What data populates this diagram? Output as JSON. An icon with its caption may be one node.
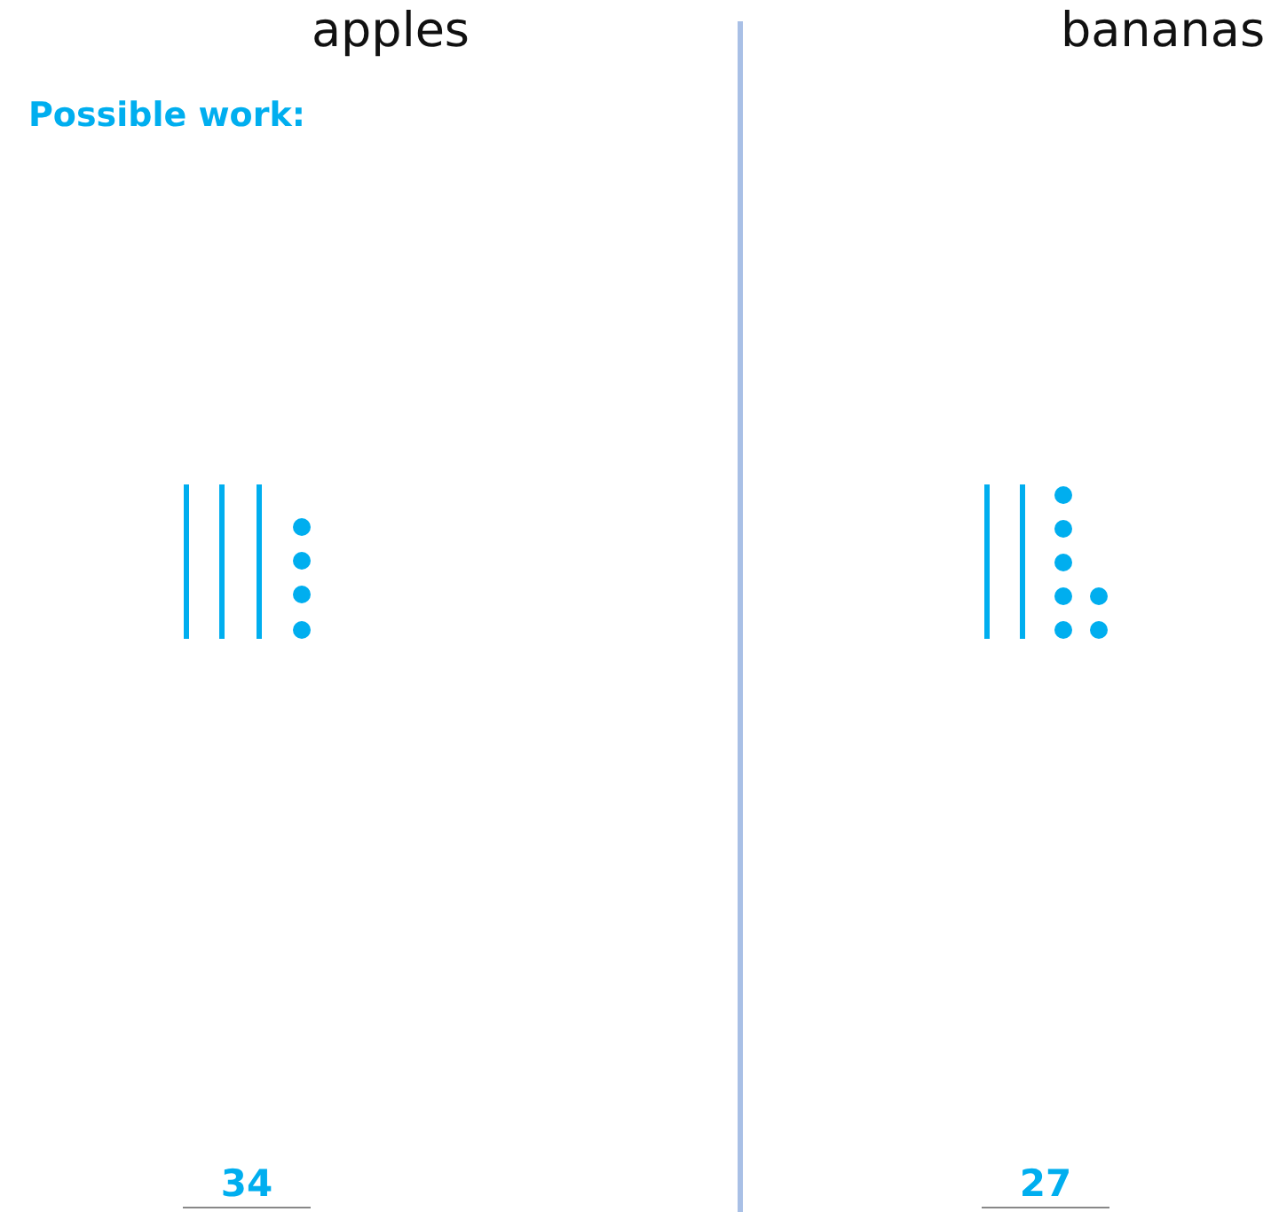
{
  "diagram": {
    "labels": [
      "apples",
      "bananas",
      "Possible work:",
      "34",
      "27"
    ]
  }
}
